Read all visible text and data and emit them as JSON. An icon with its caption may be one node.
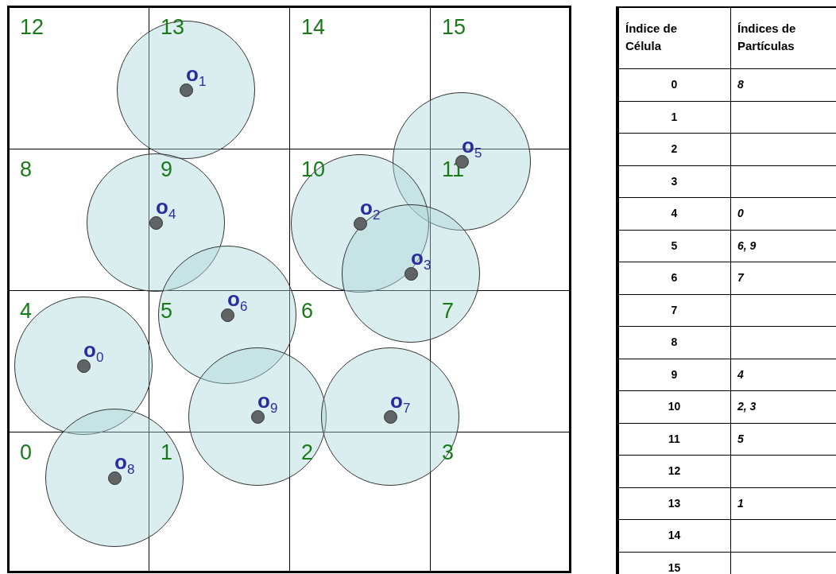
{
  "diagram": {
    "nodes": [
      {
        "text": [
          "12"
        ]
      },
      {
        "text": [
          "13"
        ]
      },
      {
        "text": [
          "14"
        ]
      },
      {
        "text": [
          "15"
        ]
      },
      {
        "text": [
          "8"
        ]
      },
      {
        "text": [
          "9"
        ]
      },
      {
        "text": [
          "10"
        ]
      },
      {
        "text": [
          "11"
        ]
      },
      {
        "text": [
          "4"
        ]
      },
      {
        "text": [
          "5"
        ]
      },
      {
        "text": [
          "6"
        ]
      },
      {
        "text": [
          "7"
        ]
      },
      {
        "text": [
          "0"
        ]
      },
      {
        "text": [
          "1"
        ]
      },
      {
        "text": [
          "2"
        ]
      },
      {
        "text": [
          "3"
        ]
      }
    ],
    "labels": [
      "o$_{1}$",
      "o$_{5}$",
      "o$_{4}$",
      "o$_{2}$",
      "o$_{3}$",
      "o$_{6}$",
      "o$_{0}$",
      "o$_{9}$",
      "o$_{7}$",
      "o$_{8}$",
      "Índice de Célula",
      "Índices de Partículas",
      "0",
      "8",
      "1",
      "2",
      "3",
      "4",
      "0",
      "5",
      "6, 9",
      "6",
      "7",
      "7",
      "8",
      "9",
      "4",
      "10",
      "2, 3",
      "11",
      "5",
      "12",
      "13",
      "1",
      "14",
      "15"
    ]
  }
}
